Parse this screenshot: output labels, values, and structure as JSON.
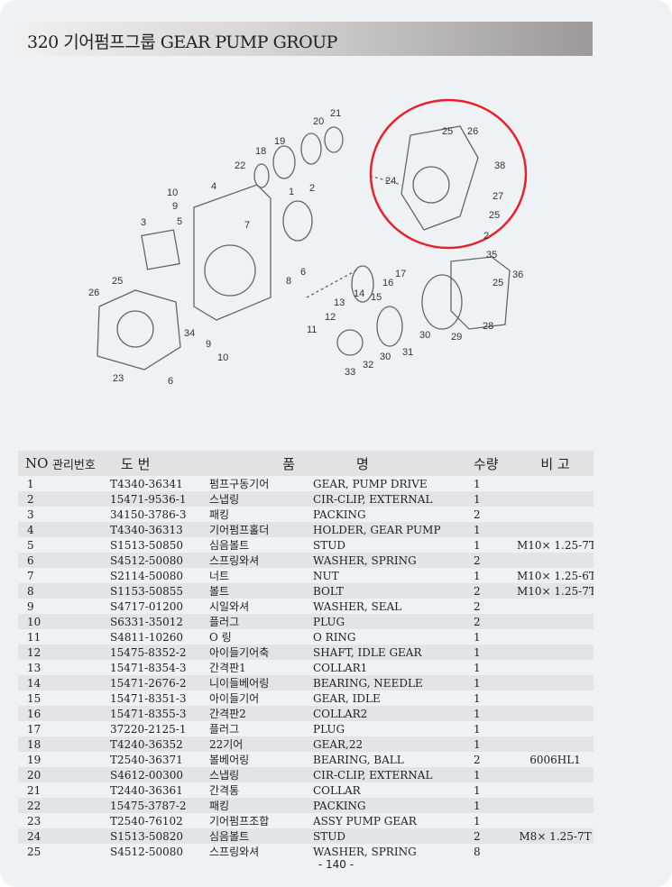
{
  "header": {
    "title": "320  기어펌프그룹 GEAR PUMP GROUP"
  },
  "diagram": {
    "callouts": [
      "19",
      "20",
      "21",
      "18",
      "22",
      "1",
      "2",
      "10",
      "9",
      "4",
      "3",
      "5",
      "7",
      "6",
      "8",
      "26",
      "25",
      "34",
      "9",
      "10",
      "23",
      "6",
      "11",
      "12",
      "13",
      "14",
      "15",
      "16",
      "17",
      "30",
      "29",
      "28",
      "31",
      "30",
      "32",
      "33",
      "25",
      "26",
      "38",
      "24",
      "27",
      "25",
      "2",
      "35",
      "36",
      "25"
    ],
    "highlight_color": "#e8202a"
  },
  "table": {
    "headers": [
      "NO",
      "관리번호",
      "도    번",
      "품",
      "명",
      "수량",
      "비  고"
    ],
    "rows": [
      [
        "1",
        "T4340-36341",
        "펌프구동기어",
        "GEAR, PUMP DRIVE",
        "1",
        ""
      ],
      [
        "2",
        "15471-9536-1",
        "스냅링",
        "CIR-CLIP, EXTERNAL",
        "1",
        ""
      ],
      [
        "3",
        "34150-3786-3",
        "패킹",
        "PACKING",
        "2",
        ""
      ],
      [
        "4",
        "T4340-36313",
        "기어펌프홀더",
        "HOLDER, GEAR PUMP",
        "1",
        ""
      ],
      [
        "5",
        "S1513-50850",
        "심음볼트",
        "STUD",
        "1",
        "M10× 1.25-7T"
      ],
      [
        "6",
        "S4512-50080",
        "스프링와셔",
        "WASHER, SPRING",
        "2",
        ""
      ],
      [
        "7",
        "S2114-50080",
        "너트",
        "NUT",
        "1",
        "M10× 1.25-6T"
      ],
      [
        "8",
        "S1153-50855",
        "볼트",
        "BOLT",
        "2",
        "M10× 1.25-7T"
      ],
      [
        "9",
        "S4717-01200",
        "시일와셔",
        "WASHER, SEAL",
        "2",
        ""
      ],
      [
        "10",
        "S6331-35012",
        "플러그",
        "PLUG",
        "2",
        ""
      ],
      [
        "11",
        "S4811-10260",
        "O 링",
        "O RING",
        "1",
        ""
      ],
      [
        "12",
        "15475-8352-2",
        "아이들기어축",
        "SHAFT, IDLE GEAR",
        "1",
        ""
      ],
      [
        "13",
        "15471-8354-3",
        "간격판1",
        "COLLAR1",
        "1",
        ""
      ],
      [
        "14",
        "15471-2676-2",
        "니이들베어링",
        "BEARING, NEEDLE",
        "1",
        ""
      ],
      [
        "15",
        "15471-8351-3",
        "아이들기어",
        "GEAR, IDLE",
        "1",
        ""
      ],
      [
        "16",
        "15471-8355-3",
        "간격판2",
        "COLLAR2",
        "1",
        ""
      ],
      [
        "17",
        "37220-2125-1",
        "플러그",
        "PLUG",
        "1",
        ""
      ],
      [
        "18",
        "T4240-36352",
        "22기어",
        "GEAR,22",
        "1",
        ""
      ],
      [
        "19",
        "T2540-36371",
        "볼베어링",
        "BEARING, BALL",
        "2",
        "6006HL1"
      ],
      [
        "20",
        "S4612-00300",
        "스냅링",
        "CIR-CLIP, EXTERNAL",
        "1",
        ""
      ],
      [
        "21",
        "T2440-36361",
        "간격통",
        "COLLAR",
        "1",
        ""
      ],
      [
        "22",
        "15475-3787-2",
        "패킹",
        "PACKING",
        "1",
        ""
      ],
      [
        "23",
        "T2540-76102",
        "기어펌프조합",
        "ASSY PUMP GEAR",
        "1",
        ""
      ],
      [
        "24",
        "S1513-50820",
        "심음볼트",
        "STUD",
        "2",
        "M8× 1.25-7T"
      ],
      [
        "25",
        "S4512-50080",
        "스프링와셔",
        "WASHER, SPRING",
        "8",
        ""
      ]
    ]
  },
  "footer": {
    "page": "- 140 -"
  }
}
